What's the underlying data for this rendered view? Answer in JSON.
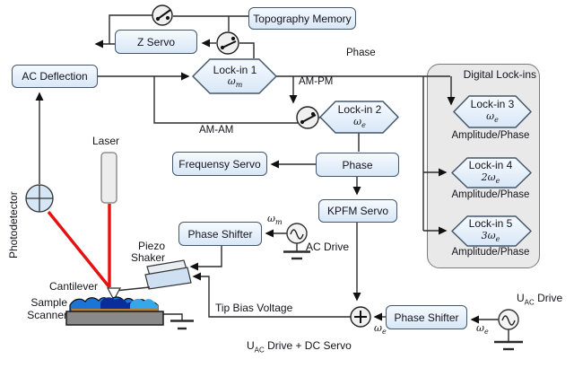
{
  "nodes": {
    "topography_memory": "Topography Memory",
    "z_servo": "Z Servo",
    "ac_deflection": "AC Deflection",
    "frequensy_servo": "Frequensy Servo",
    "phase": "Phase",
    "kpfm_servo": "KPFM Servo",
    "phase_shifter": "Phase Shifter"
  },
  "lockins": {
    "group_label": "Digital Lock-ins",
    "amplitude_phase": "Amplitude/Phase",
    "li1": {
      "name": "Lock-in 1",
      "freq_prefix": "",
      "freq_sub": "m"
    },
    "li2": {
      "name": "Lock-in 2",
      "freq_prefix": "",
      "freq_sub": "e"
    },
    "li3": {
      "name": "Lock-in 3",
      "freq_prefix": "",
      "freq_sub": "e"
    },
    "li4": {
      "name": "Lock-in 4",
      "freq_prefix": "2",
      "freq_sub": "e"
    },
    "li5": {
      "name": "Lock-in 5",
      "freq_prefix": "3",
      "freq_sub": "e"
    }
  },
  "symbols": {
    "omega": "ω",
    "u": "U",
    "ac_sub": "AC"
  },
  "signal_labels": {
    "phase": "Phase",
    "am_pm": "AM-PM",
    "am_am": "AM-AM",
    "tip_bias_voltage": "Tip Bias Voltage",
    "ac_drive": "AC Drive",
    "uac_drive_rest": " Drive",
    "uac_dc_servo_rest": " Drive + DC Servo",
    "omega_m_sub": "m",
    "omega_e_sub": "e"
  },
  "setup_labels": {
    "laser": "Laser",
    "photodetector": "Photodetector",
    "piezo": "Piezo",
    "shaker": "Shaker",
    "cantilever": "Cantilever",
    "sample": "Sample",
    "scanner": "Scanner"
  },
  "colors": {
    "node_fill_top": "#f6faff",
    "node_fill_bottom": "#d8e7f7",
    "node_border": "#44576b",
    "group_fill": "#e9e9e9",
    "group_border": "#7a7a7a",
    "wire": "#2b2b2b",
    "laser_beam": "#e81010",
    "sample_blue": "#1b74d6",
    "sample_dark_blue": "#0a2d9c",
    "sample_light_blue": "#36a7e8",
    "scanner_gray": "#898989"
  }
}
